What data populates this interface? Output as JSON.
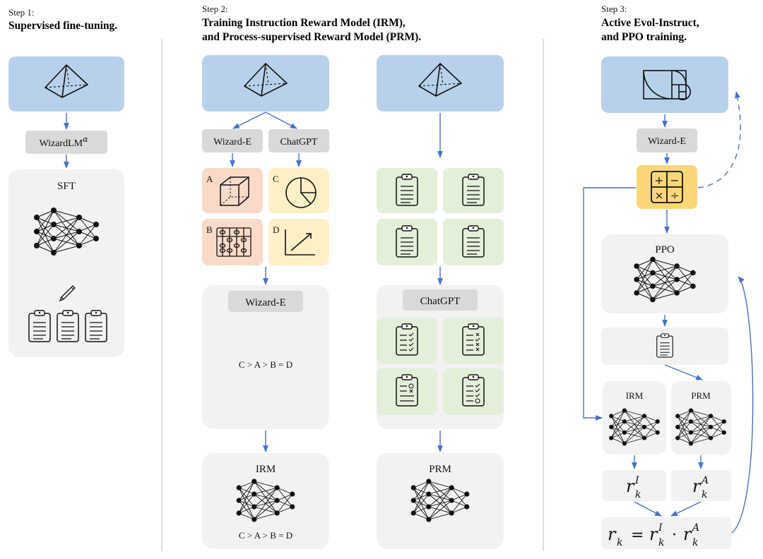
{
  "steps": [
    {
      "num": "Step 1:",
      "title": [
        "Supervised fine-tuning."
      ]
    },
    {
      "num": "Step 2:",
      "title": [
        "Training Instruction Reward Model (IRM),",
        "and Process-supervised Reward Model (PRM)."
      ]
    },
    {
      "num": "Step 3:",
      "title": [
        "Active Evol-Instruct,",
        "and PPO training."
      ]
    }
  ],
  "step1": {
    "model": "WizardLM",
    "model_superscript": "α",
    "panel_title": "SFT"
  },
  "step2": {
    "irm_col": {
      "tags": [
        "Wizard-E",
        "ChatGPT"
      ],
      "option_letters": [
        "A",
        "B",
        "C",
        "D"
      ],
      "ranker": "Wizard-E",
      "ranking": "C > A > B = D",
      "model_title": "IRM",
      "model_ranking": "C > A > B = D"
    },
    "prm_col": {
      "grader": "ChatGPT",
      "model_title": "PRM"
    }
  },
  "step3": {
    "evolver": "Wizard-E",
    "calculator_symbols": [
      "+",
      "−",
      "×",
      "÷"
    ],
    "policy_title": "PPO",
    "irm_title": "IRM",
    "prm_title": "PRM",
    "reward_i": {
      "base": "r",
      "sub": "k",
      "sup": "I"
    },
    "reward_a": {
      "base": "r",
      "sub": "k",
      "sup": "A"
    },
    "final_reward": {
      "lhs": "r",
      "lhs_sub": "k",
      "eq": "=",
      "dot": "·"
    }
  },
  "colors": {
    "blue_box": "#b7d1ea",
    "gray_panel": "#f2f2f2",
    "gray_tag": "#d9d9d9",
    "orange_card": "#f9dac8",
    "yellow_card": "#fdf0c6",
    "green_card": "#e3efd9",
    "calculator": "#fad776",
    "arrow": "#4472c4"
  }
}
